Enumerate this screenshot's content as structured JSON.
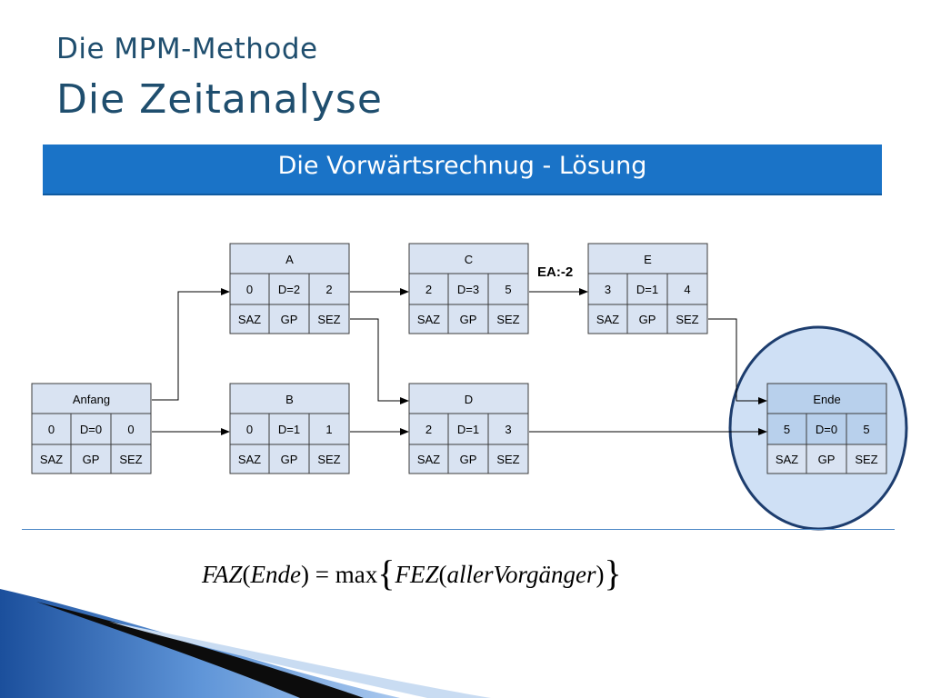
{
  "header": {
    "title_line1": "Die MPM-Methode",
    "title_line2": "Die Zeitanalyse"
  },
  "banner": {
    "text": "Die Vorwärtsrechnug - Lösung"
  },
  "diagram": {
    "annotation": "EA:-2",
    "colors": {
      "box_fill": "#d9e3f2",
      "box_border": "#3b3b3b",
      "highlight_fill": "#b8d0ec",
      "circle_fill": "#cfe0f5",
      "circle_stroke": "#1d3d6e"
    },
    "nodes": [
      {
        "id": "anfang",
        "name": "Anfang",
        "saz": "0",
        "gp": "D=0",
        "sez": "0",
        "l1": "SAZ",
        "l2": "GP",
        "l3": "SEZ"
      },
      {
        "id": "a",
        "name": "A",
        "saz": "0",
        "gp": "D=2",
        "sez": "2",
        "l1": "SAZ",
        "l2": "GP",
        "l3": "SEZ"
      },
      {
        "id": "b",
        "name": "B",
        "saz": "0",
        "gp": "D=1",
        "sez": "1",
        "l1": "SAZ",
        "l2": "GP",
        "l3": "SEZ"
      },
      {
        "id": "c",
        "name": "C",
        "saz": "2",
        "gp": "D=3",
        "sez": "5",
        "l1": "SAZ",
        "l2": "GP",
        "l3": "SEZ"
      },
      {
        "id": "d",
        "name": "D",
        "saz": "2",
        "gp": "D=1",
        "sez": "3",
        "l1": "SAZ",
        "l2": "GP",
        "l3": "SEZ"
      },
      {
        "id": "e",
        "name": "E",
        "saz": "3",
        "gp": "D=1",
        "sez": "4",
        "l1": "SAZ",
        "l2": "GP",
        "l3": "SEZ"
      },
      {
        "id": "ende",
        "name": "Ende",
        "saz": "5",
        "gp": "D=0",
        "sez": "5",
        "l1": "SAZ",
        "l2": "GP",
        "l3": "SEZ"
      }
    ]
  },
  "formula": {
    "lhs": "FAZ",
    "lhs_arg": "Ende",
    "op": "max",
    "rhs": "FEZ",
    "rhs_arg": "allerVorgänger"
  }
}
